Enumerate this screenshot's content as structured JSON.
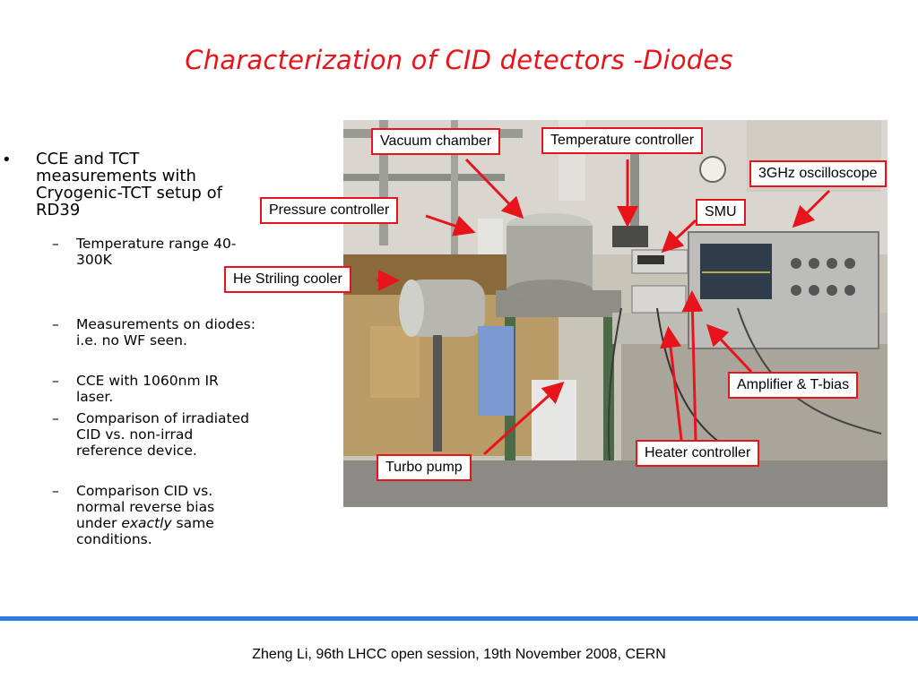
{
  "slide": {
    "title": "Characterization of CID detectors -Diodes",
    "bullet_main": "CCE and TCT measurements with Cryogenic-TCT setup of RD39",
    "bullet_symbol": "•",
    "dash_symbol": "–",
    "sub_items": [
      "Temperature range 40-300K",
      "Measurements on diodes: i.e. no WF seen.",
      "CCE with 1060nm IR laser.",
      "Comparison of irradiated CID vs. non-irrad reference device.",
      {
        "before": "Comparison CID vs. normal reverse bias under ",
        "emph": "exactly",
        "after": " same conditions."
      }
    ],
    "footer": "Zheng Li, 96th LHCC open session, 19th November 2008, CERN"
  },
  "photo_labels": {
    "vacuum_chamber": "Vacuum chamber",
    "temperature_controller": "Temperature controller",
    "oscilloscope": "3GHz oscilloscope",
    "pressure_controller": "Pressure controller",
    "smu": "SMU",
    "he_cooler": "He Striling cooler",
    "amplifier": "Amplifier & T-bias",
    "heater_controller": "Heater controller",
    "turbo_pump": "Turbo pump"
  },
  "colors": {
    "title": "#e8141b",
    "callout_border": "#e8141b",
    "divider": "#2b7ce8"
  }
}
